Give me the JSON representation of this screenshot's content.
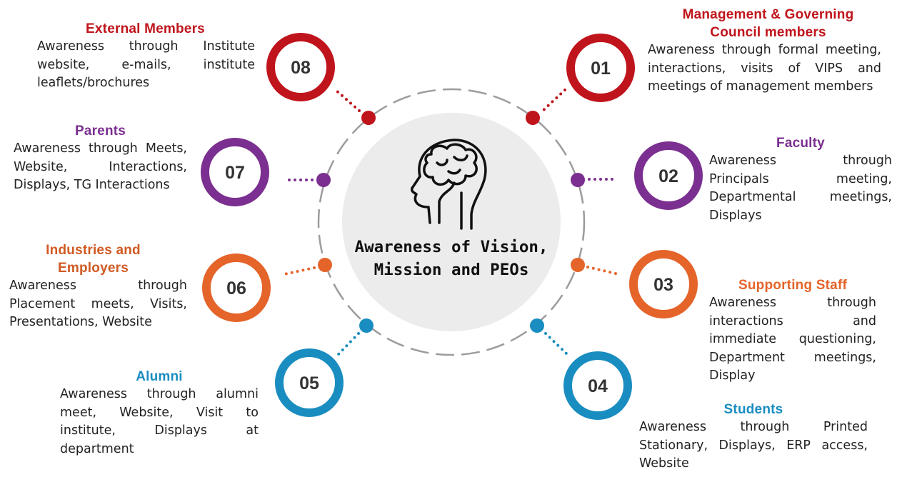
{
  "center": {
    "title": "Awareness of Vision, Mission and PEOs",
    "icon": "brain-head-icon"
  },
  "colors": {
    "red": "#c0141c",
    "purple": "#7b2f90",
    "orange": "#e4642a",
    "blue": "#1a8dc0",
    "circle_bg": "#ececec",
    "dash": "#9c9c9c"
  },
  "stakeholders": [
    {
      "num": "01",
      "title": "Management & Governing Council members",
      "desc": "Awareness through formal meeting, interactions, visits of VIPS and meetings of management members",
      "color": "#c0141c"
    },
    {
      "num": "02",
      "title": "Faculty",
      "desc": "Awareness through Principals meeting, Departmental meetings, Displays",
      "color": "#7b2f90"
    },
    {
      "num": "03",
      "title": "Supporting Staff",
      "desc": "Awareness through interactions and immediate questioning, Department meetings, Display",
      "color": "#e4642a"
    },
    {
      "num": "04",
      "title": "Students",
      "desc": "Awareness through Printed Stationary, Displays, ERP access, Website",
      "color": "#1a8dc0"
    },
    {
      "num": "05",
      "title": "Alumni",
      "desc": "Awareness through alumni meet, Website, Visit to institute, Displays at department",
      "color": "#1a8dc0"
    },
    {
      "num": "06",
      "title": "Industries and Employers",
      "desc": "Awareness through Placement meets, Visits, Presentations, Website",
      "color": "#e4642a"
    },
    {
      "num": "07",
      "title": "Parents",
      "desc": "Awareness through Meets, Website, Interactions, Displays, TG Interactions",
      "color": "#7b2f90"
    },
    {
      "num": "08",
      "title": "External Members",
      "desc": "Awareness through Institute website, e-mails, institute leaflets/brochures",
      "color": "#c0141c"
    }
  ]
}
